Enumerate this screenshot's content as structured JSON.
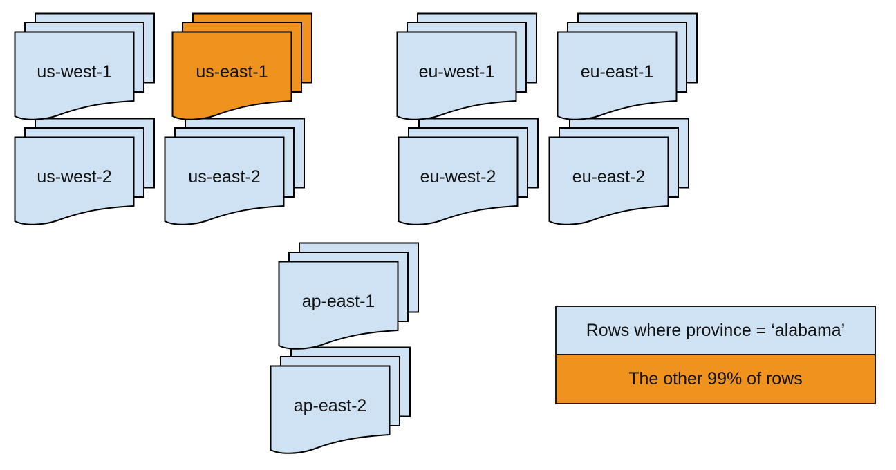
{
  "diagram": {
    "description": "Sharded database regions shown as stacks of documents; one region highlighted",
    "colors": {
      "sheet_blue": "#CFE2F3",
      "sheet_orange": "#F0931E",
      "stroke": "#000000",
      "background": "#FFFFFF"
    },
    "stacks": [
      {
        "id": "us-west-1",
        "label": "us-west-1",
        "highlight": false
      },
      {
        "id": "us-east-1",
        "label": "us-east-1",
        "highlight": true
      },
      {
        "id": "eu-west-1",
        "label": "eu-west-1",
        "highlight": false
      },
      {
        "id": "eu-east-1",
        "label": "eu-east-1",
        "highlight": false
      },
      {
        "id": "us-west-2",
        "label": "us-west-2",
        "highlight": false
      },
      {
        "id": "us-east-2",
        "label": "us-east-2",
        "highlight": false
      },
      {
        "id": "eu-west-2",
        "label": "eu-west-2",
        "highlight": false
      },
      {
        "id": "eu-east-2",
        "label": "eu-east-2",
        "highlight": false
      },
      {
        "id": "ap-east-1",
        "label": "ap-east-1",
        "highlight": false
      },
      {
        "id": "ap-east-2",
        "label": "ap-east-2",
        "highlight": false
      }
    ],
    "legend": {
      "items": [
        {
          "label": "Rows where province = ‘alabama’",
          "color": "#CFE2F3"
        },
        {
          "label": "The other 99% of rows",
          "color": "#F0931E"
        }
      ]
    }
  }
}
